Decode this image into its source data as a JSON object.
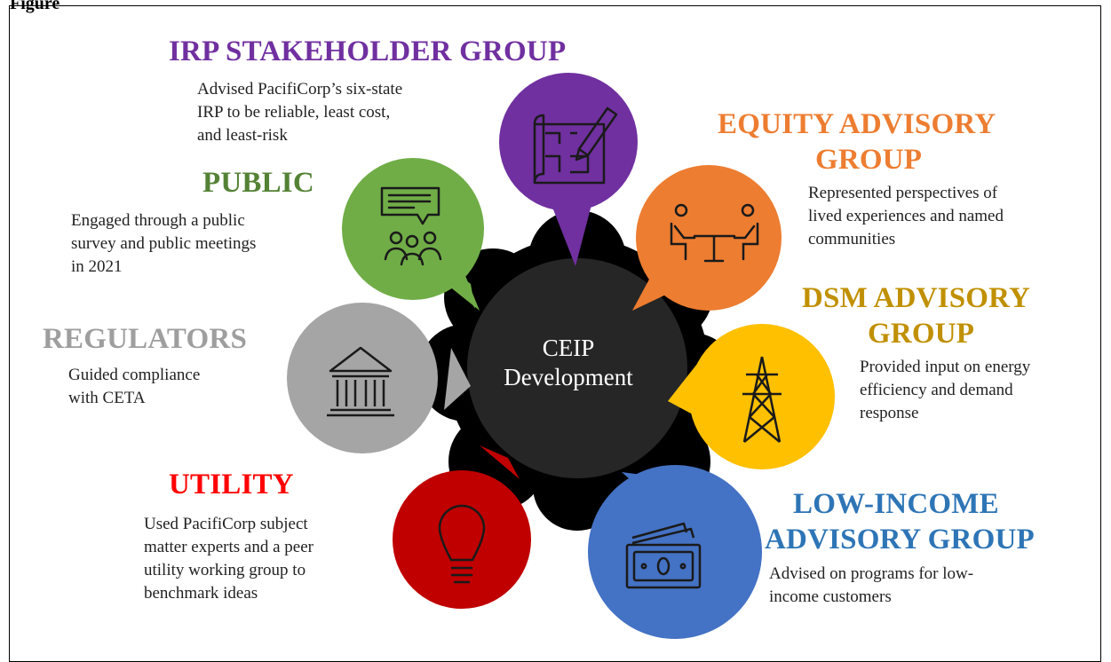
{
  "figure_label": "Figure",
  "center": {
    "line1": "CEIP",
    "line2": "Development"
  },
  "groups": {
    "irp": {
      "title": "IRP STAKEHOLDER GROUP",
      "desc": [
        "Advised PacifiCorp’s six-state",
        "IRP to be reliable, least cost,",
        "and least-risk"
      ],
      "color": "#7030a0",
      "icon": "blueprint-icon"
    },
    "equity": {
      "title_line1": "EQUITY ADVISORY",
      "title_line2": "GROUP",
      "desc": [
        "Represented perspectives of",
        "lived experiences and named",
        "communities"
      ],
      "color": "#ed7d31",
      "icon": "meeting-icon"
    },
    "dsm": {
      "title_line1": "DSM ADVISORY",
      "title_line2": "GROUP",
      "desc": [
        "Provided input on energy",
        "efficiency and demand",
        "response"
      ],
      "color": "#ffc000",
      "title_color": "#c09000",
      "icon": "power-tower-icon"
    },
    "low_income": {
      "title_line1": "LOW-INCOME",
      "title_line2": "ADVISORY GROUP",
      "desc": [
        "Advised on programs for low-",
        "income customers"
      ],
      "color": "#4472c4",
      "title_color": "#2e75b6",
      "icon": "money-icon"
    },
    "utility": {
      "title": "UTILITY",
      "desc": [
        "Used PacifiCorp subject",
        "matter experts and a peer",
        "utility working group to",
        "benchmark ideas"
      ],
      "color": "#c00000",
      "title_color": "#ff0000",
      "icon": "lightbulb-icon"
    },
    "regulators": {
      "title": "REGULATORS",
      "desc": [
        "Guided compliance",
        "with CETA"
      ],
      "color": "#a5a5a5",
      "title_color": "#9e9e9e",
      "icon": "courthouse-icon"
    },
    "public": {
      "title": "PUBLIC",
      "desc": [
        "Engaged through a public",
        "survey and public meetings",
        "in 2021"
      ],
      "color": "#70ad47",
      "title_color": "#548235",
      "icon": "people-chat-icon"
    }
  }
}
